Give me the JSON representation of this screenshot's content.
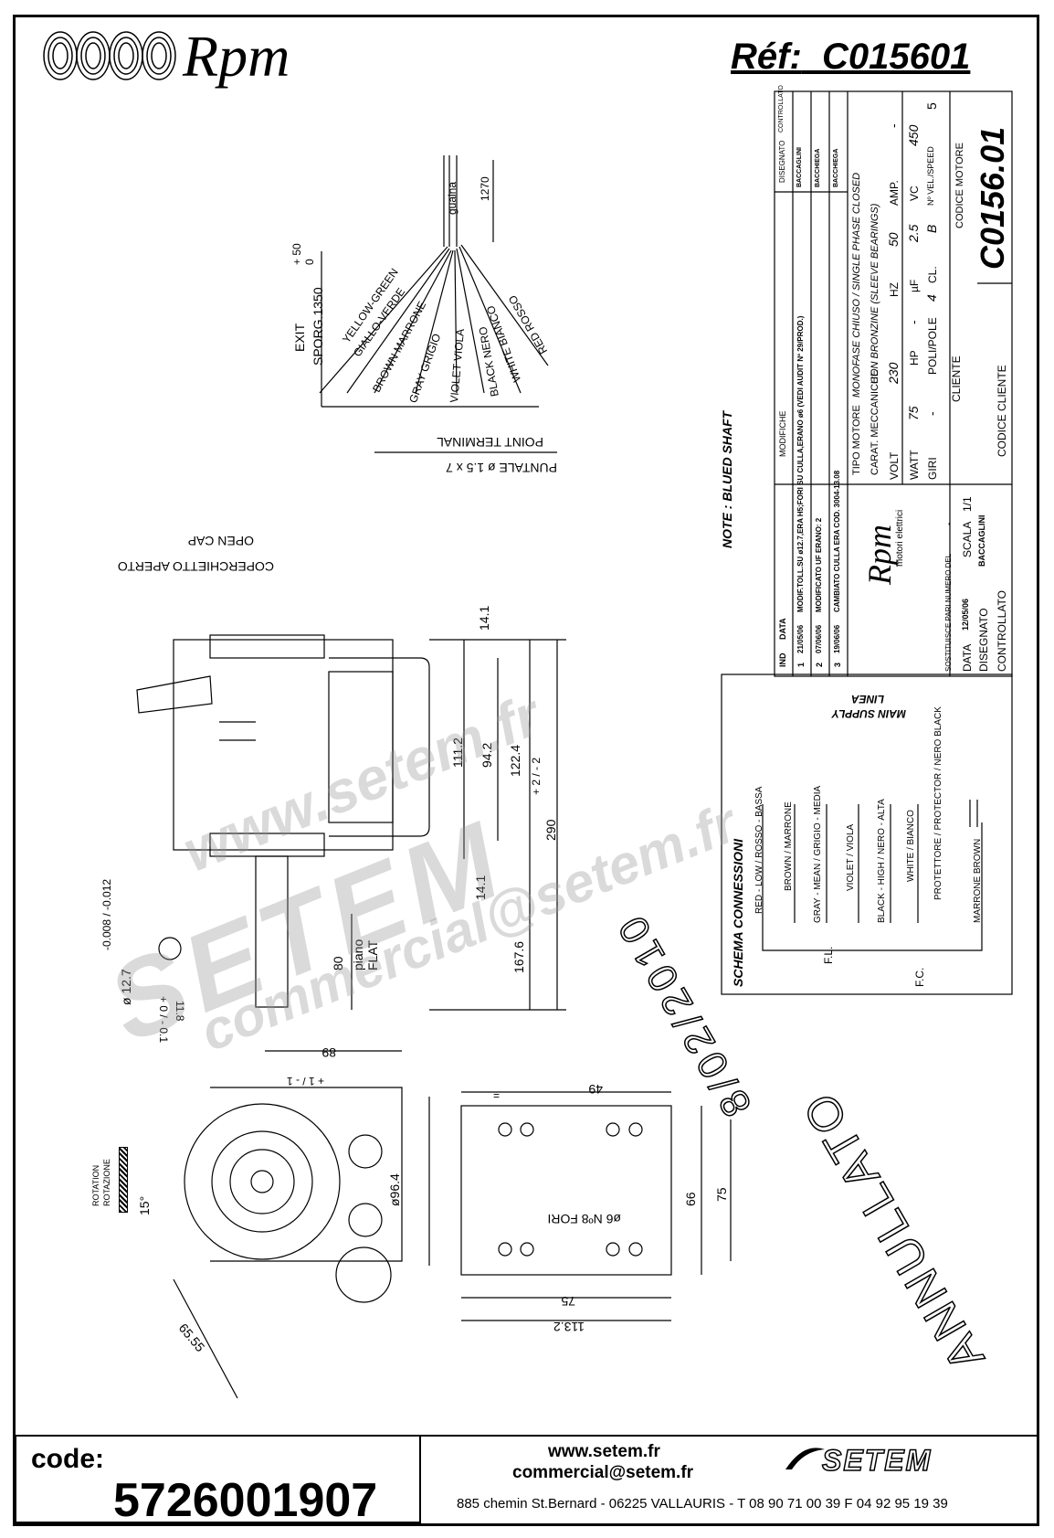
{
  "header": {
    "brand": "Rpm",
    "ref_label": "Réf:",
    "ref_code": "C015601"
  },
  "cable": {
    "sheath": "guaina",
    "length": "1270",
    "exit_line1": "EXIT",
    "exit_line2": "SPORG.1350",
    "tol_plus": "+ 50",
    "tol_minus": "0",
    "wires": [
      "YELLOW-GREEN",
      "GIALLO-VERDE",
      "BROWN MARRONE",
      "GRAY GRIGIO",
      "VIOLET VIOLA",
      "BLACK NERO",
      "WHITE BIANCO",
      "RED ROSSO"
    ],
    "terminal1": "PUNTALE ø 1.5 x 7",
    "terminal2": "POINT TERMINAL"
  },
  "side_view": {
    "cap1": "COPERCHIETTO APERTO",
    "cap2": "OPEN CAP",
    "dims": [
      "14.1",
      "111.2",
      "94.2",
      "122.4",
      "290",
      "14.1",
      "167.6",
      "80"
    ],
    "tol_290": "+ 2 / - 2",
    "flat1": "piano",
    "flat2": "FLAT",
    "shaft_dia": "ø 12.7",
    "shaft_tol": "-0.008 / -0.012",
    "flat_dim": "11.8",
    "flat_tol": "+ 0 / - 0.1"
  },
  "note": "NOTE : BLUED SHAFT",
  "title_block": {
    "revisions": [
      {
        "n": "3",
        "date": "19/06/06",
        "text": "CAMBIATO CULLA ERA COD. 3004-13.08",
        "by": "BACCHIEGA"
      },
      {
        "n": "2",
        "date": "07/06/06",
        "text": "MODIFICATO UF ERANO: 2",
        "by": "BACCHIEGA"
      },
      {
        "n": "1",
        "date": "21/05/06",
        "text": "MODIF.TOLL.SU ø12.7,ERA H5;FORI SU CULLA,ERANO ø6 (VEDI AUDIT Nº 29/PROD.)",
        "by": "BACCAGLINI"
      }
    ],
    "rev_headers": [
      "IND",
      "DATA",
      "MODIFICHE",
      "DISEGNATO",
      "CONTROLLATO"
    ],
    "motor_type_label": "TIPO MOTORE",
    "motor_type": "MONOFASE CHIUSO / SINGLE PHASE CLOSED",
    "mech_label": "CARAT. MECCANICHE",
    "mech": "CON BRONZINE (SLEEVE BEARINGS)",
    "volt_label": "VOLT",
    "volt": "230",
    "hz_label": "HZ",
    "hz": "50",
    "amp_label": "AMP.",
    "amp": "-",
    "watt_label": "WATT",
    "watt": "75",
    "hp_label": "HP",
    "hp": "-",
    "uf_label": "µF",
    "uf": "2.5",
    "vc_label": "VC",
    "vc": "450",
    "giri_label": "GIRI",
    "giri": "-",
    "poles_label": "POLI/POLE",
    "poles": "4",
    "cl_label": "CL.",
    "cl": "B",
    "speed_label": "Nº VEL./SPEED",
    "speed": "5",
    "motor_code_label": "CODICE MOTORE",
    "motor_code": "C0156.01",
    "client_label": "CLIENTE",
    "client_code_label": "CODICE CLIENTE",
    "company": "Rpm",
    "company_sub": "motori elettrici",
    "replaces_label": "SOSTITUISCE PARI NUMERO DEL",
    "replaces": "-",
    "date_label": "DATA",
    "date": "12/05/06",
    "scale_label": "SCALA",
    "scale": "1/1",
    "drawn_label": "DISEGNATO",
    "drawn": "BACCAGLINI",
    "checked_label": "CONTROLLATO"
  },
  "connections": {
    "title": "SCHEMA CONNESSIONI",
    "supply1": "MAIN SUPPLY",
    "supply2": "LINEA",
    "items": [
      "RED - LOW / ROSSO - BASSA",
      "BROWN / MARRONE",
      "GRAY - MEAN / GRIGIO - MEDIA",
      "VIOLET / VIOLA",
      "BLACK - HIGH / NERO - ALTA",
      "WHITE / BIANCO",
      "PROTETTORE / PROTECTOR / NERO BLACK",
      "MARRONE BROWN"
    ],
    "fl": "F.L.",
    "fc": "F.C."
  },
  "front_view": {
    "rotation1": "ROTATION",
    "rotation2": "ROTAZIONE",
    "angle": "15°",
    "dim_89": "89",
    "tol_89": "+ 1 / - 1",
    "dia": "ø96.4",
    "dim_65": "65.55"
  },
  "bracket_view": {
    "dim_49": "49",
    "dim_66": "66",
    "dim_75v": "75",
    "dim_75h": "75",
    "dim_113": "113.2",
    "holes": "ø6 Nº8 FORI",
    "eq": "="
  },
  "stamp": {
    "text": "ANNULLATO",
    "date": "8/02/2010"
  },
  "watermarks": [
    "www.setem.fr",
    "SETEM",
    "commercial@setem.fr"
  ],
  "code_block": {
    "label": "code:",
    "value": "5726001907"
  },
  "footer": {
    "website": "www.setem.fr",
    "email": "commercial@setem.fr",
    "address": "885 chemin St.Bernard  -  06225 VALLAURIS  -  T 08 90 71 00 39  F 04 92 95 19 39",
    "logo": "SETEM"
  }
}
